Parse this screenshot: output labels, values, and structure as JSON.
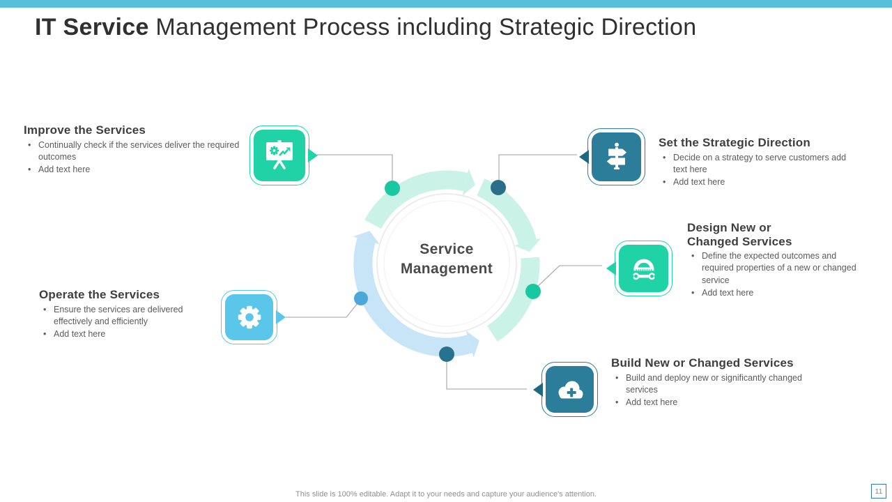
{
  "slide": {
    "title": {
      "bold": "IT Service",
      "rest": " Management Process including Strategic Direction"
    },
    "footer": "This slide is 100% editable. Adapt it to your needs and capture your audience's attention.",
    "page_number": "11",
    "accent_bar_color": "#57bfdc"
  },
  "center": {
    "line1": "Service",
    "line2": "Management"
  },
  "blocks": {
    "improve": {
      "title": "Improve the Services",
      "bullets": [
        "Continually check if the services deliver the required outcomes",
        "Add text here"
      ],
      "icon": "presentation-chart-icon",
      "color": "#1fd3a6"
    },
    "strategic": {
      "title": "Set the Strategic Direction",
      "bullets": [
        "Decide on a strategy to serve customers add text here",
        "Add text here"
      ],
      "icon": "signpost-icon",
      "color": "#2b7d99"
    },
    "design": {
      "title": "Design New or Changed Services",
      "bullets": [
        "Define the expected outcomes and required properties of a new or changed service",
        "Add text here"
      ],
      "icon": "protractor-wrench-icon",
      "color": "#1fd3a6"
    },
    "build": {
      "title": "Build New or Changed Services",
      "bullets": [
        "Build and deploy new or significantly changed services",
        "Add text here"
      ],
      "icon": "cloud-plus-icon",
      "color": "#2b7d99"
    },
    "operate": {
      "title": "Operate the Services",
      "bullets": [
        "Ensure the services are delivered effectively and efficiently",
        "Add text here"
      ],
      "icon": "gear-icon",
      "color": "#5ac7ea"
    }
  },
  "diagram": {
    "ring_colors": {
      "mint": "#cbf2e6",
      "light_blue": "#c7e5f6"
    },
    "dot_colors": {
      "green": "#19c8a0",
      "dark_teal": "#2b6e8a",
      "blue": "#4ca8d8"
    }
  }
}
